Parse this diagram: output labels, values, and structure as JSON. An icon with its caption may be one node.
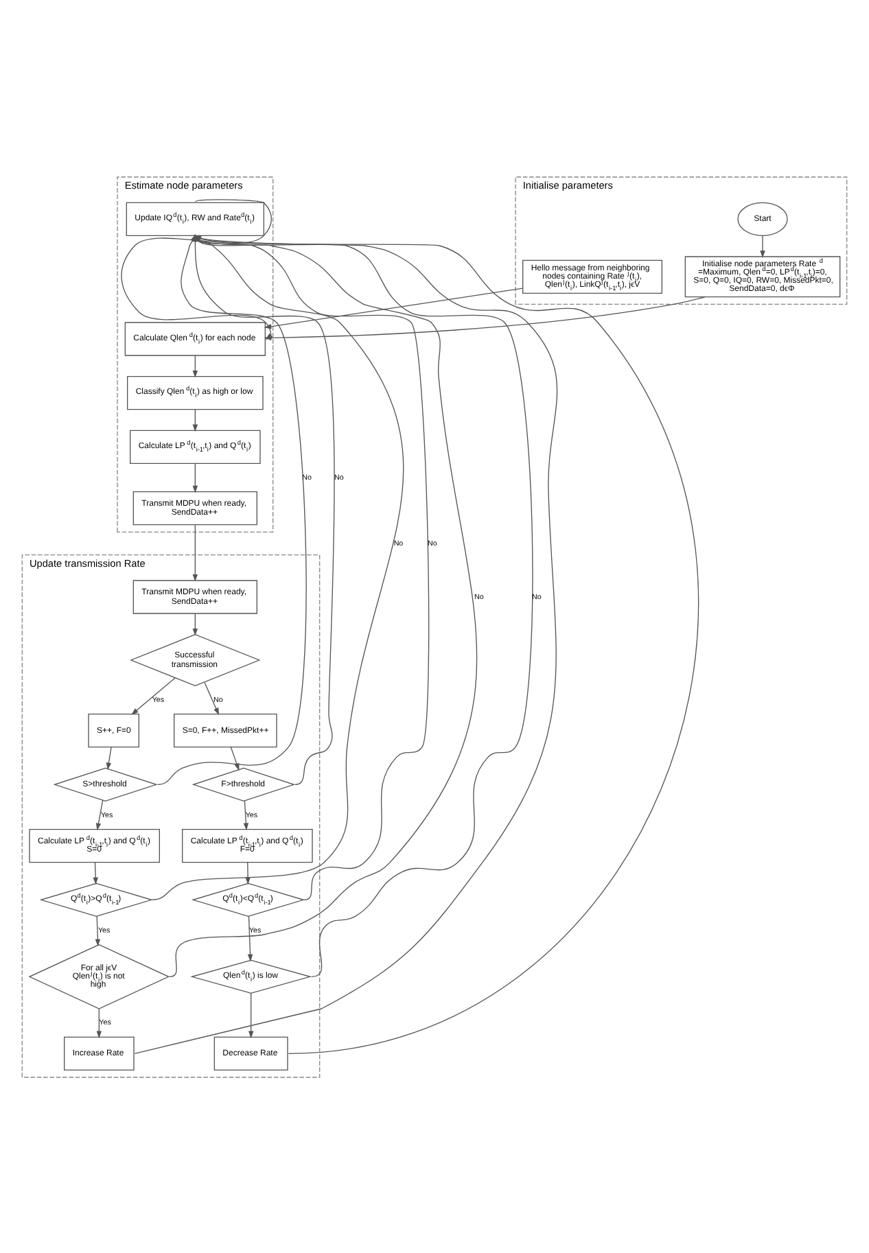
{
  "diagram": {
    "nodes": [
      {
        "text": [
          "Initialise parameters"
        ]
      },
      {
        "text": [
          "Hello message from neighboring nodes containing Rate$^{j}$(t$_{i}$), Qlen$^{j}$(t$_{i}$), LinkQ$^{j}$(t$_{i-1}$,t$_{i}$), jϵV"
        ],
        "in": 0
      },
      {
        "text": [
          "Start"
        ],
        "in": 0
      },
      {
        "text": [
          "Initialise node parameters Rate$^{d}$ =Maximum, Qlen$^{d}$=0, LP$^{d}$(t$_{i-1}$,t$_{i}$)=0, S=0, Q=0, IQ=0, RW=0, MissedPkt=0, SendData=0, dϵΦ"
        ],
        "in": 0
      },
      {
        "text": [
          "Estimate node parameters"
        ]
      },
      {
        "text": [
          "Calculate Qlen$^{d}$(t$_{i}$) for each node"
        ],
        "in": 4
      },
      {
        "text": [
          "Classify Qlen$^{d}$(t$_{i}$) as high or low"
        ],
        "in": 4
      },
      {
        "text": [
          "Calculate LP$^{d}$(t$_{i-1}$,t$_{i}$) and Q$^{d}$(t$_{i}$)"
        ],
        "in": 4
      },
      {
        "text": [
          "Transmit MDPU when ready, SendData++"
        ],
        "in": 4
      },
      {
        "text": [
          "Update IQ$^{d}$(t$_{i}$), RW and Rate$^{d}$(t$_{i}$)"
        ],
        "in": 4
      },
      {
        "text": [
          "Update transmission Rate"
        ]
      },
      {
        "text": [
          "Transmit MDPU when ready, SendData++"
        ],
        "in": 10
      },
      {
        "text": [
          "Successful transmission"
        ],
        "in": 10
      },
      {
        "text": [
          "S++, F=0"
        ],
        "in": 10
      },
      {
        "text": [
          "S=0, F++, MissedPkt++"
        ],
        "in": 10
      },
      {
        "text": [
          "S>threshold"
        ],
        "in": 10
      },
      {
        "text": [
          "F>threshold"
        ],
        "in": 10
      },
      {
        "text": [
          "Calculate LP$^{d}$(t$_{i-1}$,t$_{i}$) and Q$^{d}$(t$_{i}$) S=0"
        ],
        "in": 10
      },
      {
        "text": [
          "Calculate LP$^{d}$(t$_{i-1}$,t$_{i}$) and Q$^{d}$(t$_{i}$) F=0"
        ],
        "in": 10
      },
      {
        "text": [
          "Q$^{d}$(t$_{i}$)>Q$^{d}$(t$_{i-1}$)"
        ],
        "in": 10
      },
      {
        "text": [
          "Q$^{d}$(t$_{i}$)<Q$^{d}$(t$_{i-1}$)"
        ],
        "in": 10
      },
      {
        "text": [
          "For all jϵV Qlen$^{j}$(t$_{i}$) is not high"
        ],
        "in": 10
      },
      {
        "text": [
          "Qlen$^{d}$(t$_{i}$) is low"
        ],
        "in": 10
      },
      {
        "text": [
          "Increase Rate"
        ],
        "in": 10
      },
      {
        "text": [
          "Decrease Rate"
        ],
        "in": 10
      }
    ],
    "edges": [
      {
        "from": 2,
        "to": 3,
        "arrow": "to"
      },
      {
        "from": 1,
        "to": 5,
        "arrow": "to"
      },
      {
        "from": 3,
        "to": 5,
        "arrow": "to"
      },
      {
        "from": 9,
        "to": 5,
        "arrow": "to"
      },
      {
        "from": 5,
        "to": 6,
        "arrow": "to"
      },
      {
        "from": 6,
        "to": 7,
        "arrow": "to"
      },
      {
        "from": 7,
        "to": 8,
        "arrow": "to"
      },
      {
        "from": 8,
        "to": 11,
        "arrow": "to"
      },
      {
        "from": 11,
        "to": 12,
        "arrow": "to"
      },
      {
        "from": 12,
        "to": 13,
        "label": "Yes",
        "arrow": "to"
      },
      {
        "from": 12,
        "to": 14,
        "label": "No",
        "arrow": "to"
      },
      {
        "from": 13,
        "to": 15,
        "arrow": "to"
      },
      {
        "from": 14,
        "to": 16,
        "arrow": "to"
      },
      {
        "from": 15,
        "to": 17,
        "label": "Yes",
        "arrow": "to"
      },
      {
        "from": 16,
        "to": 18,
        "label": "Yes",
        "arrow": "to"
      },
      {
        "from": 17,
        "to": 19,
        "arrow": "to"
      },
      {
        "from": 18,
        "to": 20,
        "arrow": "to"
      },
      {
        "from": 19,
        "to": 21,
        "label": "Yes",
        "arrow": "to"
      },
      {
        "from": 20,
        "to": 22,
        "label": "Yes",
        "arrow": "to"
      },
      {
        "from": 21,
        "to": 23,
        "label": "Yes",
        "arrow": "to"
      },
      {
        "from": 22,
        "to": 24,
        "arrow": "to"
      },
      {
        "from": 15,
        "to": 9,
        "label": "No",
        "arrow": "to"
      },
      {
        "from": 16,
        "to": 9,
        "label": "No",
        "arrow": "to"
      },
      {
        "from": 19,
        "to": 9,
        "label": "No",
        "arrow": "to"
      },
      {
        "from": 20,
        "to": 9,
        "label": "No",
        "arrow": "to"
      },
      {
        "from": 21,
        "to": 9,
        "label": "No",
        "arrow": "to"
      },
      {
        "from": 22,
        "to": 9,
        "label": "No",
        "arrow": "to"
      },
      {
        "from": 23,
        "to": 9,
        "arrow": "to"
      },
      {
        "from": 24,
        "to": 9,
        "arrow": "to"
      }
    ]
  }
}
